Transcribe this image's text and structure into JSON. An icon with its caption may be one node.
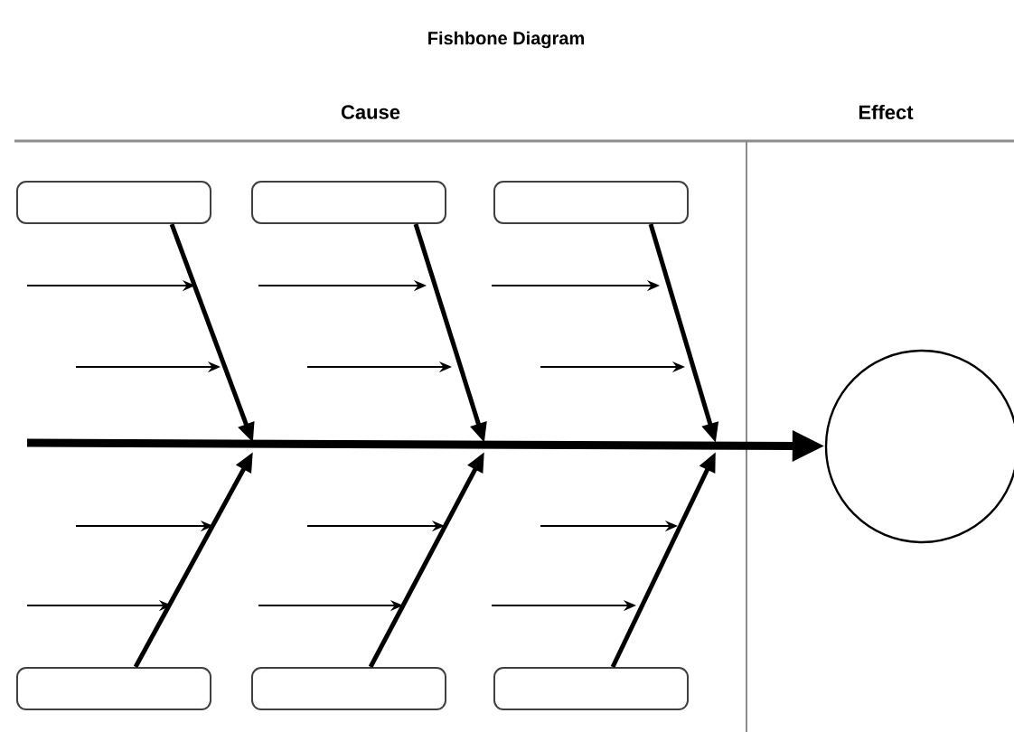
{
  "diagram": {
    "title": "Fishbone Diagram",
    "nodes": [
      {
        "text": [],
        "shape": "box"
      },
      {
        "text": [],
        "shape": "box"
      },
      {
        "text": [],
        "shape": "box"
      },
      {
        "text": [],
        "shape": "box"
      },
      {
        "text": [],
        "shape": "box"
      },
      {
        "text": [],
        "shape": "box"
      },
      {
        "text": [],
        "shape": "circle"
      }
    ],
    "edges": [
      {
        "from": 0,
        "to": null,
        "arrow": "to"
      },
      {
        "from": 1,
        "to": null,
        "arrow": "to"
      },
      {
        "from": 2,
        "to": null,
        "arrow": "to"
      },
      {
        "from": 3,
        "to": null,
        "arrow": "to"
      },
      {
        "from": 4,
        "to": null,
        "arrow": "to"
      },
      {
        "from": 5,
        "to": null,
        "arrow": "to"
      },
      {
        "from": null,
        "to": 6,
        "arrow": "to",
        "style": "thick"
      }
    ],
    "labels": [
      "Cause",
      "Effect"
    ]
  }
}
